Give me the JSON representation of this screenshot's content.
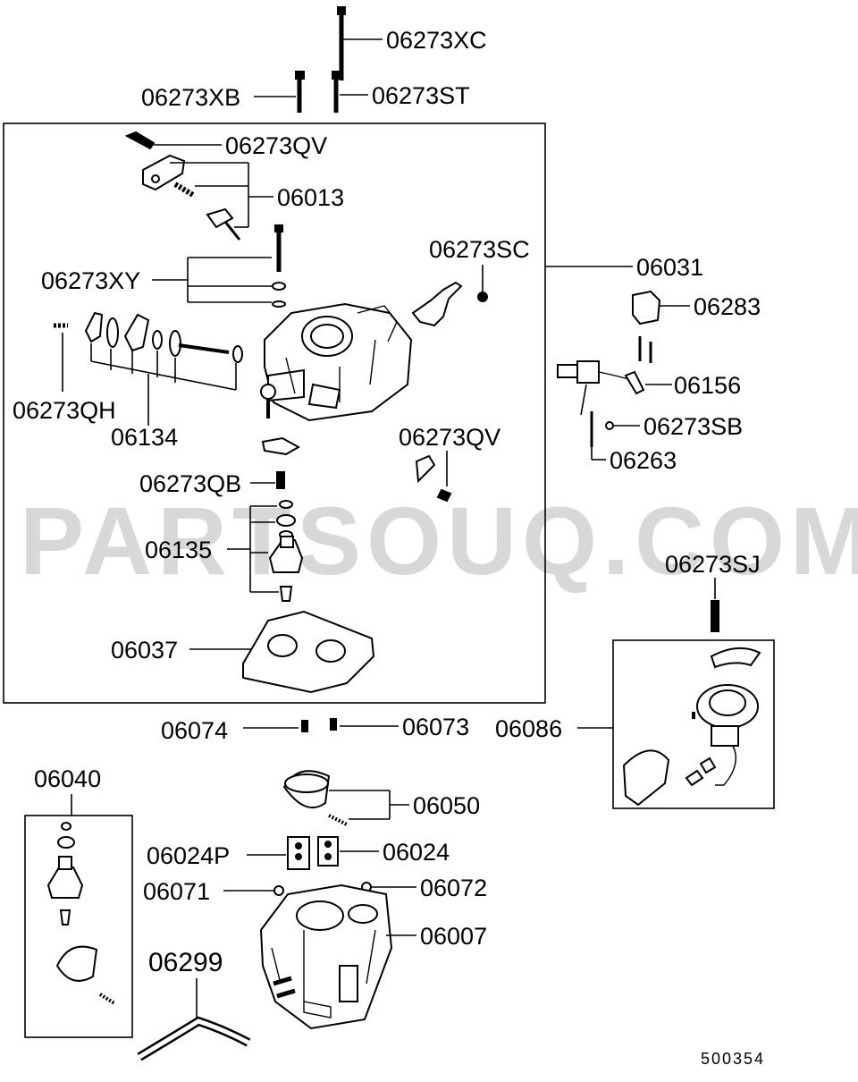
{
  "watermark": "PARTSOUQ.COM",
  "diagram_id": "500354",
  "labels": {
    "p06273XC": "06273XC",
    "p06273XB": "06273XB",
    "p06273ST": "06273ST",
    "p06273QV_a": "06273QV",
    "p06013": "06013",
    "p06273SC": "06273SC",
    "p06031": "06031",
    "p06273XY": "06273XY",
    "p06283": "06283",
    "p06156": "06156",
    "p06273QH": "06273QH",
    "p06134": "06134",
    "p06273SB": "06273SB",
    "p06273QV_b": "06273QV",
    "p06263": "06263",
    "p06273QB": "06273QB",
    "p06135": "06135",
    "p06273SJ": "06273SJ",
    "p06037": "06037",
    "p06074": "06074",
    "p06073": "06073",
    "p06086": "06086",
    "p06040": "06040",
    "p06050": "06050",
    "p06024P": "06024P",
    "p06024": "06024",
    "p06071": "06071",
    "p06072": "06072",
    "p06007": "06007",
    "p06299": "06299"
  }
}
